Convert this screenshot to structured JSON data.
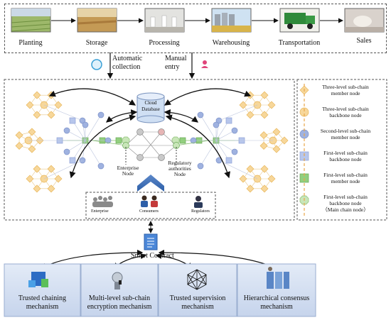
{
  "stages": [
    "Planting",
    "Storage",
    "Processing",
    "Warehousing",
    "Transportation",
    "Sales"
  ],
  "collection": {
    "auto": "Automatic\ncollection",
    "manual": "Manual\nentry"
  },
  "cloud": {
    "line1": "Cloud",
    "line2": "Database"
  },
  "nodes": {
    "enterprise": "Enterprise\nNode",
    "regulatory": "Regulatory\nauthorities\nNode"
  },
  "users": {
    "enterprise": "Enterprise",
    "consumers": "Consumers",
    "regulators": "Regulators"
  },
  "legend": [
    {
      "shape": "diamond",
      "color": "#f7d79a",
      "stroke": "#e8b65a",
      "label": "Three-level sub-chain\nmember node"
    },
    {
      "shape": "circle",
      "color": "#f7d79a",
      "stroke": "#e8b65a",
      "label": "Three-level sub-chain\nbackbone node"
    },
    {
      "shape": "circle",
      "color": "#9fb2e0",
      "stroke": "#7f93c9",
      "label": "Second-level sub-chain\nmember node"
    },
    {
      "shape": "square",
      "color": "#b7c6ec",
      "stroke": "#8fa2d6",
      "label": "First-level sub-chain\nbackbone node"
    },
    {
      "shape": "square",
      "color": "#92cf7e",
      "stroke": "#6aa958",
      "label": "First-level sub-chain\nmember node"
    },
    {
      "shape": "octagon",
      "color": "#c8e6b8",
      "stroke": "#8dc075",
      "label": "First-level sub-chain\nbackbone node\n（Main chain node）"
    }
  ],
  "contract": "Smart Contract",
  "mechanisms": [
    "Trusted chaining\nmechanism",
    "Multi-level sub-chain\nencryption mechanism",
    "Trusted supervision\nmechanism",
    "Hierarchical consensus\nmechanism"
  ]
}
